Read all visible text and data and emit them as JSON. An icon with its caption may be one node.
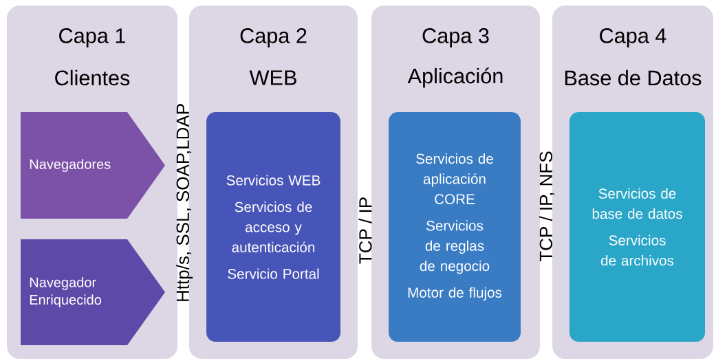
{
  "diagram": {
    "nodes": [
      {
        "text": [
          "Capa 1",
          "Clientes"
        ]
      },
      {
        "text": [
          "Navegadores"
        ],
        "in": 0
      },
      {
        "text": [
          "Navegador Enriquecido"
        ],
        "in": 0
      },
      {
        "text": [
          "Capa 2",
          "WEB"
        ]
      },
      {
        "text": [
          "Servicios WEB",
          "Servicios de acceso y autenticación",
          "Servicio Portal"
        ],
        "in": 3
      },
      {
        "text": [
          "Capa 3",
          "Aplicación"
        ]
      },
      {
        "text": [
          "Servicios de aplicación CORE",
          "Servicios de reglas de negocio",
          "Motor de flujos"
        ],
        "in": 5
      },
      {
        "text": [
          "Capa 4",
          "Base de Datos"
        ]
      },
      {
        "text": [
          "Servicios de base de datos",
          "Servicios de archivos"
        ],
        "in": 7
      }
    ],
    "labels": [
      "Http/s, SSL, SOAP,LDAP",
      "TCP / IP",
      "TCP / IP, NFS"
    ]
  }
}
